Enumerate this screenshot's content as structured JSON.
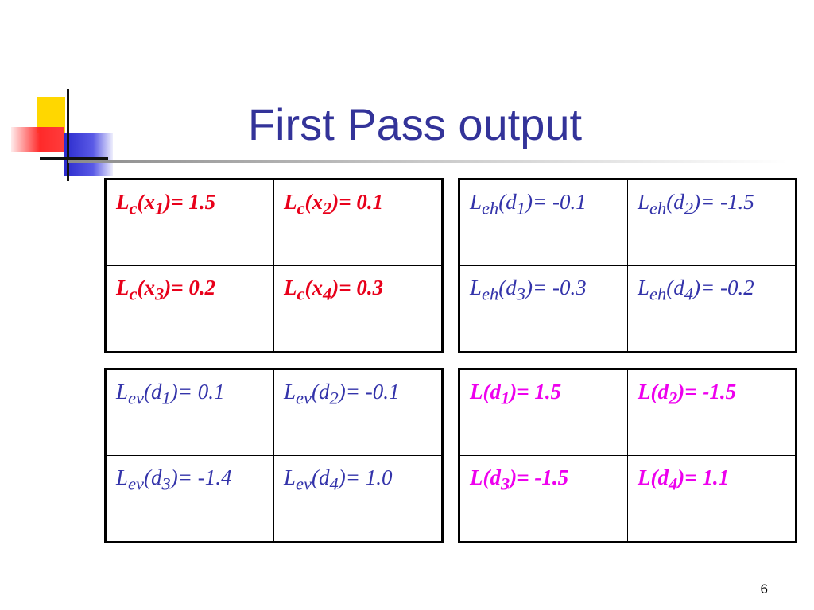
{
  "slide": {
    "title": "First Pass output",
    "page_number": "6"
  },
  "tables": {
    "lc": {
      "rows": [
        [
          {
            "L": "L",
            "sub": "c",
            "arg": "x",
            "idx": "1",
            "rest": "= 1.5"
          },
          {
            "L": "L",
            "sub": "c",
            "arg": "x",
            "idx": "2",
            "rest": "= 0.1"
          }
        ],
        [
          {
            "L": "L",
            "sub": "c",
            "arg": "x",
            "idx": "3",
            "rest": "= 0.2"
          },
          {
            "L": "L",
            "sub": "c",
            "arg": "x",
            "idx": "4",
            "rest": "= 0.3"
          }
        ]
      ]
    },
    "leh": {
      "rows": [
        [
          {
            "L": "L",
            "sub": "eh",
            "arg": "d",
            "idx": "1",
            "rest": "= -0.1"
          },
          {
            "L": "L",
            "sub": "eh",
            "arg": "d",
            "idx": "2",
            "rest": "= -1.5"
          }
        ],
        [
          {
            "L": "L",
            "sub": "eh",
            "arg": "d",
            "idx": "3",
            "rest": "= -0.3"
          },
          {
            "L": "L",
            "sub": "eh",
            "arg": "d",
            "idx": "4",
            "rest": "= -0.2"
          }
        ]
      ]
    },
    "lev": {
      "rows": [
        [
          {
            "L": "L",
            "sub": "ev",
            "arg": "d",
            "idx": "1",
            "rest": "= 0.1"
          },
          {
            "L": "L",
            "sub": "ev",
            "arg": "d",
            "idx": "2",
            "rest": "= -0.1"
          }
        ],
        [
          {
            "L": "L",
            "sub": "ev",
            "arg": "d",
            "idx": "3",
            "rest": "= -1.4"
          },
          {
            "L": "L",
            "sub": "ev",
            "arg": "d",
            "idx": "4",
            "rest": "= 1.0"
          }
        ]
      ]
    },
    "l": {
      "rows": [
        [
          {
            "L": "L",
            "sub": "",
            "arg": "d",
            "idx": "1",
            "rest": "= 1.5"
          },
          {
            "L": "L",
            "sub": "",
            "arg": "d",
            "idx": "2",
            "rest": "= -1.5"
          }
        ],
        [
          {
            "L": "L",
            "sub": "",
            "arg": "d",
            "idx": "3",
            "rest": "= -1.5"
          },
          {
            "L": "L",
            "sub": "",
            "arg": "d",
            "idx": "4",
            "rest": "= 1.1"
          }
        ]
      ]
    }
  },
  "colors": {
    "title": "#333399",
    "lc_text": "#e8001a",
    "leh_lev_text": "#3333aa",
    "l_text": "#ee00ee"
  }
}
